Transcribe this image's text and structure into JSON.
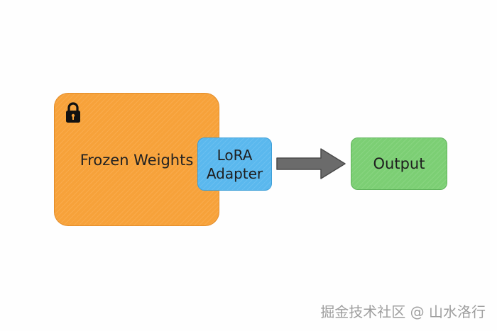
{
  "diagram": {
    "nodes": {
      "frozen_weights": {
        "label": "Frozen Weights",
        "color": "#f7a23a",
        "icon": "lock-icon"
      },
      "lora_adapter": {
        "line1": "LoRA",
        "line2": "Adapter",
        "color": "#5ab8ee"
      },
      "output": {
        "label": "Output",
        "color": "#7ccf74"
      }
    },
    "edges": [
      {
        "from": "lora_adapter",
        "to": "output",
        "style": "thick-arrow",
        "color": "#6b6b6b"
      }
    ]
  },
  "watermark": "掘金技术社区 @ 山水洛行"
}
